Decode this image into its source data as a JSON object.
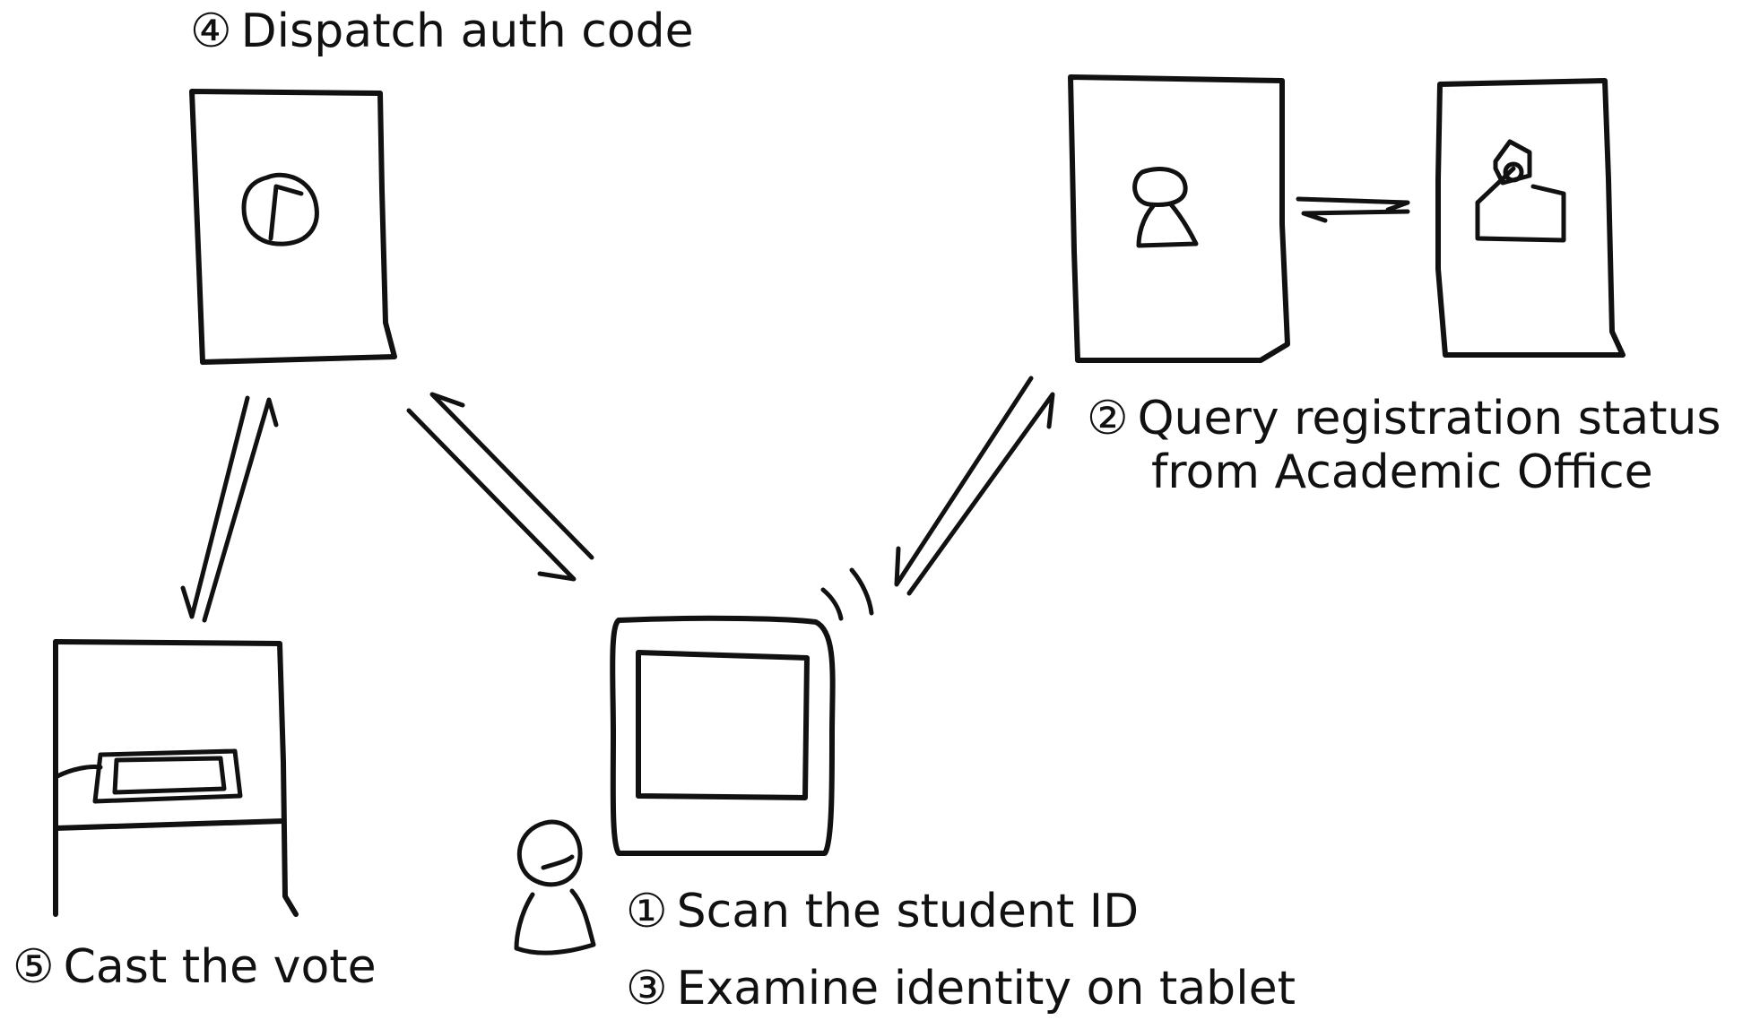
{
  "steps": [
    {
      "number": "①",
      "text": "Scan the student ID"
    },
    {
      "number": "②",
      "text": "Query registration status",
      "text_line2": "from Academic Office"
    },
    {
      "number": "③",
      "text": "Examine identity on tablet"
    },
    {
      "number": "④",
      "text": "Dispatch auth code"
    },
    {
      "number": "⑤",
      "text": "Cast the vote"
    }
  ],
  "icons": {
    "auth_server": "no-entry-icon",
    "registration_server": "person-icon",
    "academic_office": "school-building-icon",
    "voting_booth": "voting-booth-icon",
    "tablet": "tablet-icon",
    "student": "smiling-person-icon"
  },
  "colors": {
    "ink": "#111111",
    "background": "#ffffff"
  }
}
